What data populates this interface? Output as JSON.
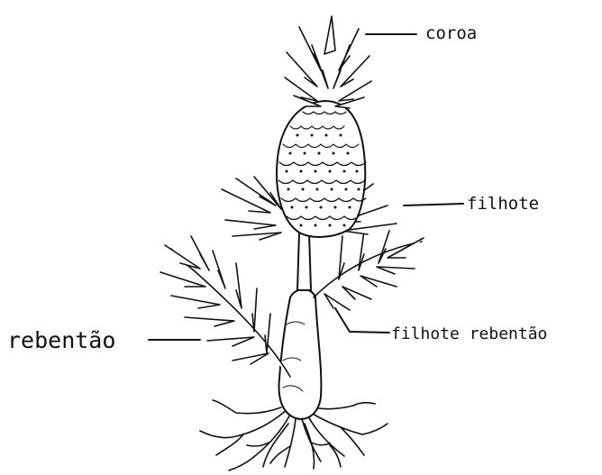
{
  "labels": {
    "coroa": "coroa",
    "filhote": "filhote",
    "rebentao": "rebentão",
    "filhote_rebentao": "filhote rebentão"
  },
  "colors": {
    "ink": "#111111",
    "background": "#ffffff"
  }
}
